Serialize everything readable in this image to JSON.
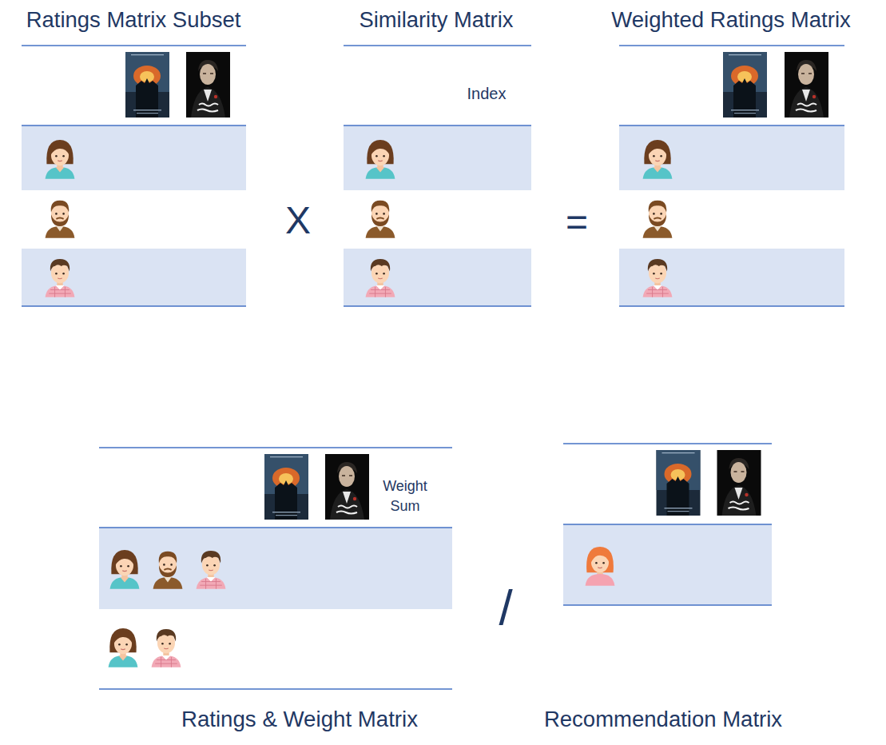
{
  "diagram": {
    "nodes": [
      {
        "text": [
          "Ratings Matrix Subset"
        ]
      },
      {
        "text": [
          "Similarity Matrix"
        ]
      },
      {
        "text": [
          "Weighted Ratings Matrix"
        ]
      },
      {
        "text": [
          "Ratings & Weight Matrix"
        ]
      },
      {
        "text": [
          "Recommendation Matrix"
        ]
      }
    ],
    "labels": [
      "X",
      "Index",
      "=",
      "Weight Sum",
      "/"
    ]
  }
}
